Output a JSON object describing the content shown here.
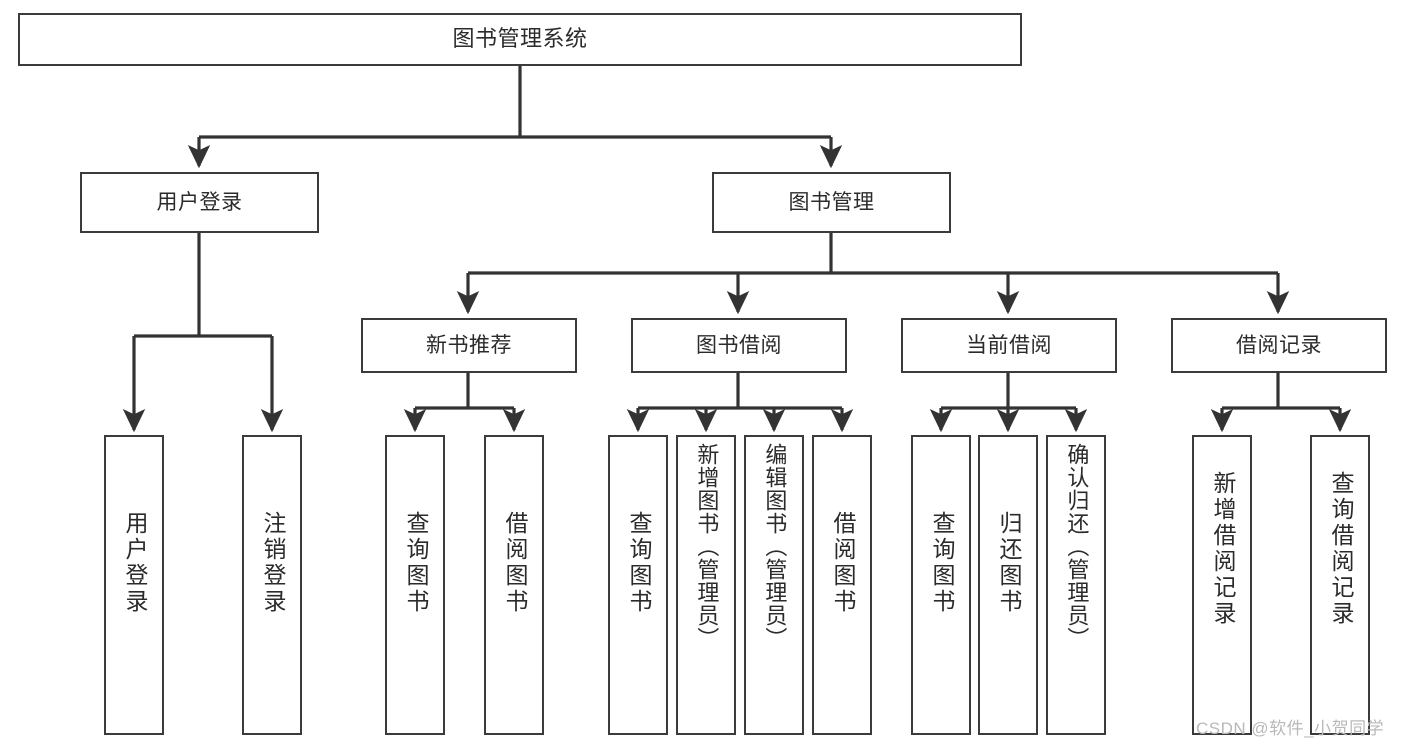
{
  "diagram": {
    "title": "图书管理系统",
    "type": "hierarchy-tree",
    "style": {
      "box_border_color": "#3b3b3b",
      "box_fill_color": "#ffffff",
      "edge_color": "#333333",
      "text_color": "#2b2b2b",
      "background": "#ffffff"
    },
    "levels": [
      {
        "level": 0,
        "nodes": [
          {
            "id": "root",
            "label": "图书管理系统",
            "orientation": "horizontal"
          }
        ]
      },
      {
        "level": 1,
        "nodes": [
          {
            "id": "user-login",
            "label": "用户登录",
            "orientation": "horizontal",
            "parent": "root"
          },
          {
            "id": "book-manage",
            "label": "图书管理",
            "orientation": "horizontal",
            "parent": "root"
          }
        ]
      },
      {
        "level": 2,
        "nodes": [
          {
            "id": "new-book-recommend",
            "label": "新书推荐",
            "orientation": "horizontal",
            "parent": "book-manage"
          },
          {
            "id": "book-borrow",
            "label": "图书借阅",
            "orientation": "horizontal",
            "parent": "book-manage"
          },
          {
            "id": "current-borrow",
            "label": "当前借阅",
            "orientation": "horizontal",
            "parent": "book-manage"
          },
          {
            "id": "borrow-record",
            "label": "借阅记录",
            "orientation": "horizontal",
            "parent": "book-manage"
          }
        ]
      },
      {
        "level": 3,
        "nodes": [
          {
            "id": "leaf-user-login",
            "label": "用户登录",
            "orientation": "vertical",
            "parent": "user-login"
          },
          {
            "id": "leaf-logout",
            "label": "注销登录",
            "orientation": "vertical",
            "parent": "user-login"
          },
          {
            "id": "leaf-query-book-1",
            "label": "查询图书",
            "orientation": "vertical",
            "parent": "new-book-recommend"
          },
          {
            "id": "leaf-borrow-book-1",
            "label": "借阅图书",
            "orientation": "vertical",
            "parent": "new-book-recommend"
          },
          {
            "id": "leaf-query-book-2",
            "label": "查询图书",
            "orientation": "vertical",
            "parent": "book-borrow"
          },
          {
            "id": "leaf-add-book",
            "label": "新增图书（管理员）",
            "orientation": "vertical",
            "parent": "book-borrow"
          },
          {
            "id": "leaf-edit-book",
            "label": "编辑图书（管理员）",
            "orientation": "vertical",
            "parent": "book-borrow"
          },
          {
            "id": "leaf-borrow-book-2",
            "label": "借阅图书",
            "orientation": "vertical",
            "parent": "book-borrow"
          },
          {
            "id": "leaf-query-book-3",
            "label": "查询图书",
            "orientation": "vertical",
            "parent": "current-borrow"
          },
          {
            "id": "leaf-return-book",
            "label": "归还图书",
            "orientation": "vertical",
            "parent": "current-borrow"
          },
          {
            "id": "leaf-confirm-return",
            "label": "确认归还（管理员）",
            "orientation": "vertical",
            "parent": "current-borrow"
          },
          {
            "id": "leaf-add-record",
            "label": "新增借阅记录",
            "orientation": "vertical",
            "parent": "borrow-record"
          },
          {
            "id": "leaf-query-record",
            "label": "查询借阅记录",
            "orientation": "vertical",
            "parent": "borrow-record"
          }
        ]
      }
    ]
  },
  "watermark": {
    "text": "CSDN @软件_小贺同学"
  }
}
